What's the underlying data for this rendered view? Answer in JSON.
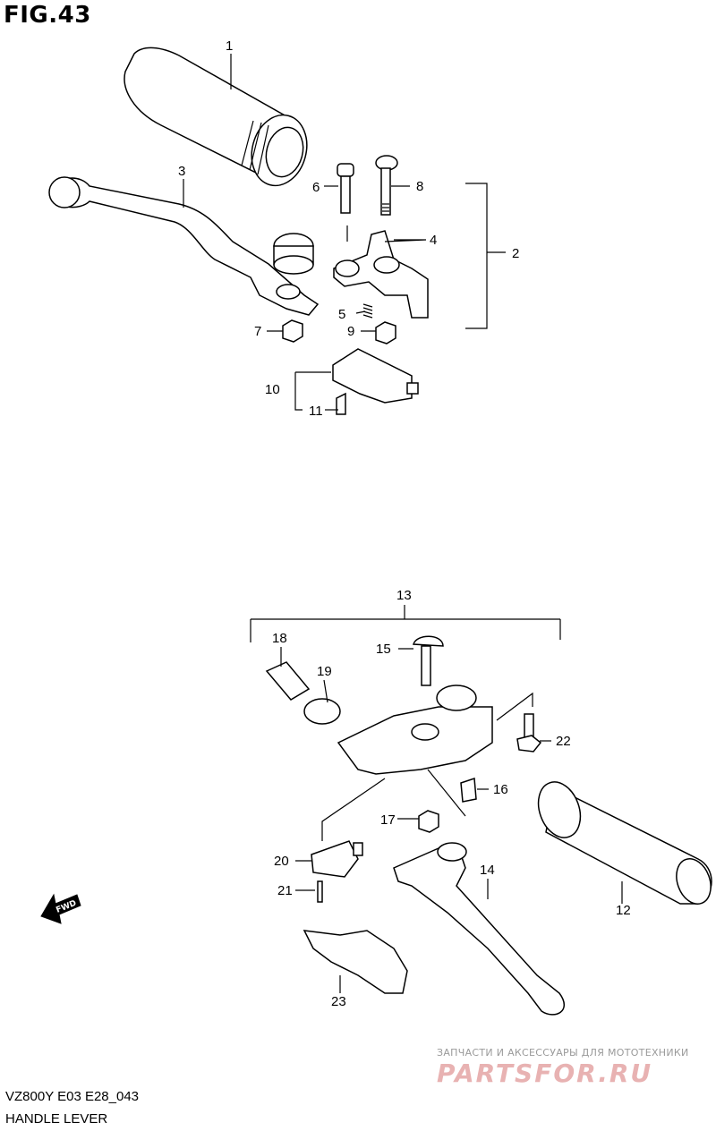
{
  "figure": {
    "title": "FIG.43",
    "model_code": "VZ800Y E03 E28_043",
    "name": "HANDLE LEVER"
  },
  "callouts": [
    "1",
    "2",
    "3",
    "4",
    "5",
    "6",
    "7",
    "8",
    "9",
    "10",
    "11",
    "12",
    "13",
    "14",
    "15",
    "16",
    "17",
    "18",
    "19",
    "20",
    "21",
    "22",
    "23"
  ],
  "fwd_label": "FWD",
  "watermark": {
    "tagline": "ЗАПЧАСТИ И АКСЕССУАРЫ ДЛЯ МОТОТЕХНИКИ",
    "logo": "PARTSFOR.RU"
  }
}
